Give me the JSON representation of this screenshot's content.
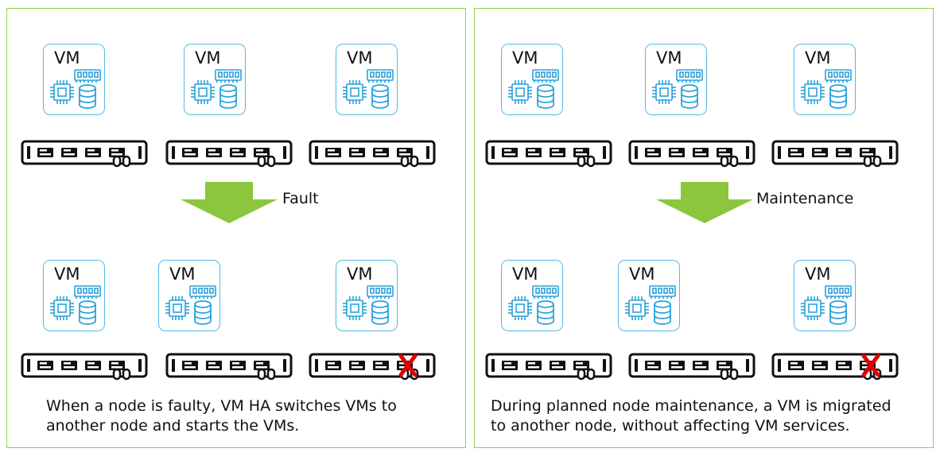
{
  "panels": [
    {
      "vm_label": "VM",
      "arrow_label": "Fault",
      "caption_line1": "When a node is faulty, VM HA switches VMs to",
      "caption_line2": "another node and starts the VMs."
    },
    {
      "vm_label": "VM",
      "arrow_label": "Maintenance",
      "caption_line1": "During planned node maintenance, a VM is migrated",
      "caption_line2": "to another node, without affecting VM services."
    }
  ],
  "colors": {
    "panel_border": "#92d050",
    "vm_border": "#55b8e6",
    "vm_icon": "#2aa1dc",
    "arrow": "#8cc63f",
    "failed_mark": "#e00000"
  },
  "icons": [
    "cpu-icon",
    "memory-icon",
    "storage-icon",
    "server-icon",
    "fault-x-icon",
    "down-arrow-icon"
  ]
}
